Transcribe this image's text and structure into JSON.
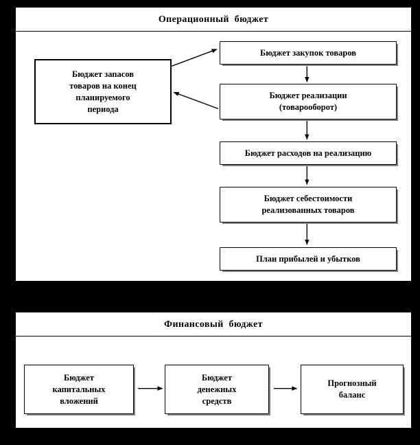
{
  "diagram": {
    "title_operating": "Операционный  бюджет",
    "title_financial": "Финансовый  бюджет",
    "nodes": {
      "stock": "Бюджет запасов\nтоваров на конец\nпланируемого\nпериода",
      "purchase": "Бюджет закупок  товаров",
      "sales": "Бюджет реализации\n(товарооборот)",
      "expenses": "Бюджет расходов на реализацию",
      "cost": "Бюджет себестоимости\nреализованных  товаров",
      "profit": "План прибылей  и убытков",
      "capital": "Бюджет\nкапитальных\nвложений",
      "cash": "Бюджет\nденежных\nсредств",
      "balance": "Прогнозный\nбаланс"
    },
    "colors": {
      "background": "#000000",
      "panel": "#ffffff",
      "line": "#000000",
      "shadow": "#808080"
    },
    "edges": [
      {
        "from": "stock",
        "to": "purchase",
        "kind": "diagonal-up-right"
      },
      {
        "from": "sales",
        "to": "stock",
        "kind": "diagonal-up-left"
      },
      {
        "from": "purchase",
        "to": "sales",
        "kind": "vertical-down"
      },
      {
        "from": "sales",
        "to": "expenses",
        "kind": "vertical-down"
      },
      {
        "from": "expenses",
        "to": "cost",
        "kind": "vertical-down"
      },
      {
        "from": "cost",
        "to": "profit",
        "kind": "vertical-down"
      },
      {
        "from": "capital",
        "to": "cash",
        "kind": "horizontal-right"
      },
      {
        "from": "cash",
        "to": "balance",
        "kind": "horizontal-right"
      }
    ]
  }
}
